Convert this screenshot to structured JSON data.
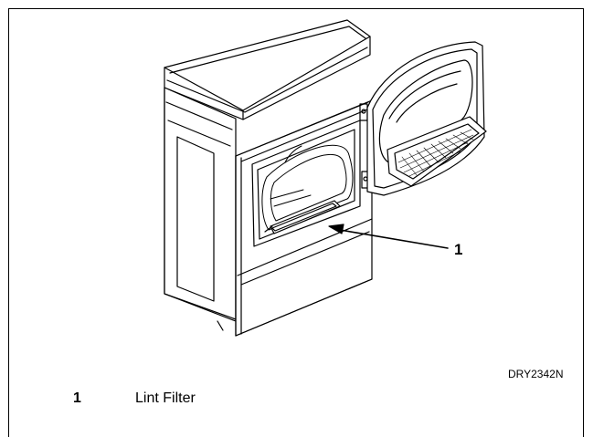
{
  "figure": {
    "callout_number": "1",
    "figure_code": "DRY2342N"
  },
  "legend": [
    {
      "number": "1",
      "label": "Lint Filter"
    }
  ]
}
